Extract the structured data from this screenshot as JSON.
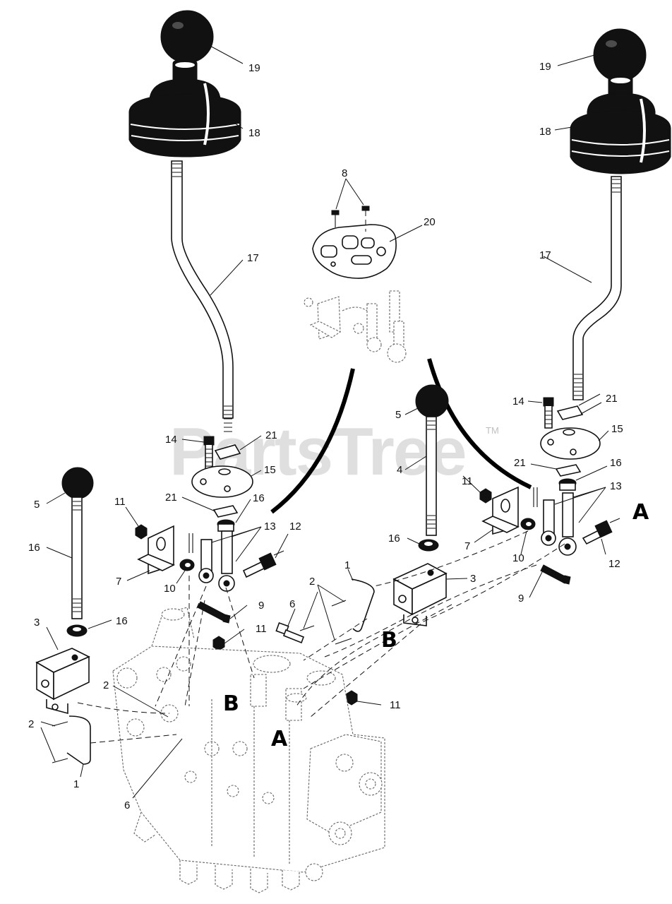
{
  "watermark": {
    "text": "PartsTree",
    "trademark": "TM"
  },
  "callouts": [
    {
      "text": "19"
    },
    {
      "text": "18"
    },
    {
      "text": "17"
    },
    {
      "text": "14"
    },
    {
      "text": "21"
    },
    {
      "text": "15"
    },
    {
      "text": "21"
    },
    {
      "text": "16"
    },
    {
      "text": "13"
    },
    {
      "text": "12"
    },
    {
      "text": "11"
    },
    {
      "text": "7"
    },
    {
      "text": "10"
    },
    {
      "text": "9"
    },
    {
      "text": "5"
    },
    {
      "text": "16"
    },
    {
      "text": "3"
    },
    {
      "text": "16"
    },
    {
      "text": "2"
    },
    {
      "text": "2"
    },
    {
      "text": "1"
    },
    {
      "text": "6"
    },
    {
      "text": "8"
    },
    {
      "text": "20"
    },
    {
      "text": "19"
    },
    {
      "text": "18"
    },
    {
      "text": "17"
    },
    {
      "text": "14"
    },
    {
      "text": "21"
    },
    {
      "text": "15"
    },
    {
      "text": "21"
    },
    {
      "text": "16"
    },
    {
      "text": "13"
    },
    {
      "text": "11"
    },
    {
      "text": "7"
    },
    {
      "text": "10"
    },
    {
      "text": "12"
    },
    {
      "text": "9"
    },
    {
      "text": "5"
    },
    {
      "text": "4"
    },
    {
      "text": "16"
    },
    {
      "text": "3"
    },
    {
      "text": "1"
    },
    {
      "text": "2"
    },
    {
      "text": "6"
    },
    {
      "text": "11"
    },
    {
      "text": "11"
    }
  ],
  "connection_letters": [
    {
      "text": "A"
    },
    {
      "text": "B"
    },
    {
      "text": "B"
    },
    {
      "text": "A"
    }
  ]
}
